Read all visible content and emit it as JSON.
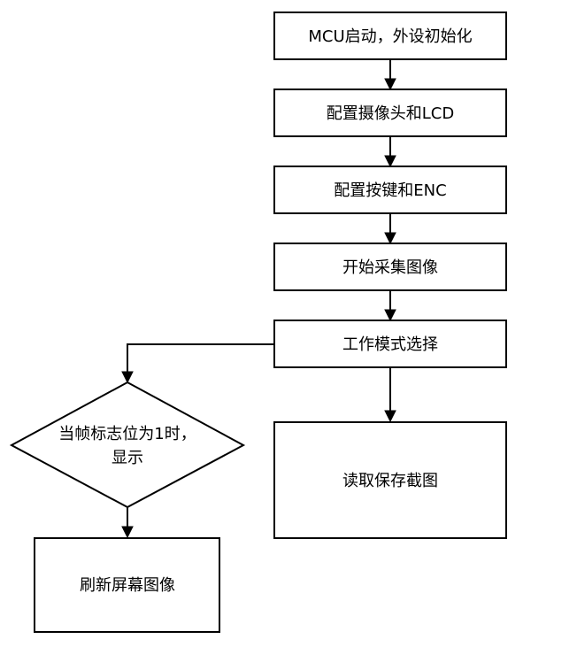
{
  "flowchart": {
    "nodes": {
      "mcu_init": {
        "label": "MCU启动，外设初始化",
        "shape": "rectangle"
      },
      "config_camera_lcd": {
        "label": "配置摄像头和LCD",
        "shape": "rectangle"
      },
      "config_keys_enc": {
        "label": "配置按键和ENC",
        "shape": "rectangle"
      },
      "start_capture": {
        "label": "开始采集图像",
        "shape": "rectangle"
      },
      "mode_select": {
        "label": "工作模式选择",
        "shape": "rectangle"
      },
      "frame_flag_check": {
        "label_line1": "当帧标志位为1时，",
        "label_line2": "显示",
        "shape": "diamond"
      },
      "read_save_screenshot": {
        "label": "读取保存截图",
        "shape": "rectangle"
      },
      "refresh_screen": {
        "label": "刷新屏幕图像",
        "shape": "rectangle"
      }
    },
    "edges": [
      {
        "from": "mcu_init",
        "to": "config_camera_lcd"
      },
      {
        "from": "config_camera_lcd",
        "to": "config_keys_enc"
      },
      {
        "from": "config_keys_enc",
        "to": "start_capture"
      },
      {
        "from": "start_capture",
        "to": "mode_select"
      },
      {
        "from": "mode_select",
        "to": "frame_flag_check"
      },
      {
        "from": "mode_select",
        "to": "read_save_screenshot"
      },
      {
        "from": "frame_flag_check",
        "to": "refresh_screen"
      }
    ],
    "colors": {
      "stroke": "#000000",
      "fill": "#ffffff",
      "text": "#000000"
    }
  }
}
